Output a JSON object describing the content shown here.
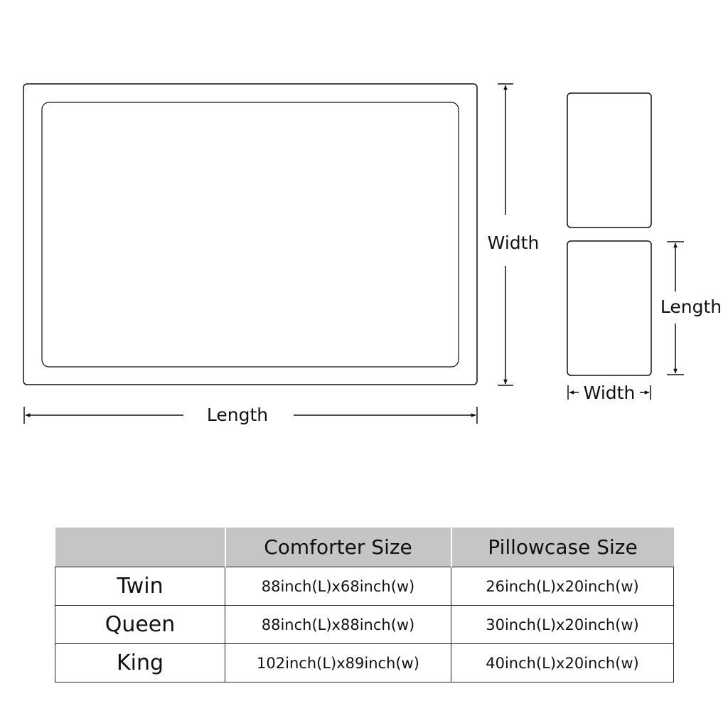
{
  "diagram": {
    "comforter": {
      "width_label": "Width",
      "length_label": "Length"
    },
    "pillowcase": {
      "length_label": "Length",
      "width_label": "Width"
    }
  },
  "table": {
    "headers": [
      "",
      "Comforter Size",
      "Pillowcase Size"
    ],
    "rows": [
      {
        "size": "Twin",
        "comforter": "88inch(L)x68inch(w)",
        "pillowcase": "26inch(L)x20inch(w)"
      },
      {
        "size": "Queen",
        "comforter": "88inch(L)x88inch(w)",
        "pillowcase": "30inch(L)x20inch(w)"
      },
      {
        "size": "King",
        "comforter": "102inch(L)x89inch(w)",
        "pillowcase": "40inch(L)x20inch(w)"
      }
    ]
  },
  "colors": {
    "line": "#111111",
    "header_background": "#c5c5c5",
    "background": "#ffffff"
  }
}
